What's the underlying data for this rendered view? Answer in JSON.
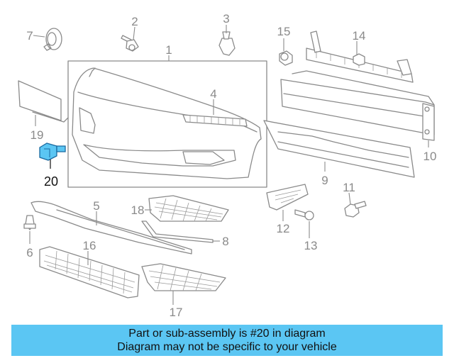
{
  "callouts": {
    "c1": "1",
    "c2": "2",
    "c3": "3",
    "c4": "4",
    "c5": "5",
    "c6": "6",
    "c7": "7",
    "c8": "8",
    "c9": "9",
    "c10": "10",
    "c11": "11",
    "c12": "12",
    "c13": "13",
    "c14": "14",
    "c15": "15",
    "c16": "16",
    "c17": "17",
    "c18": "18",
    "c19": "19",
    "c20": "20"
  },
  "highlight": {
    "part": "20",
    "color": "#5bc6f3"
  },
  "banner": {
    "line1": "Part or sub-assembly is #20 in diagram",
    "line2": "Diagram may not be specific to your vehicle",
    "color": "#5bc6f3"
  }
}
